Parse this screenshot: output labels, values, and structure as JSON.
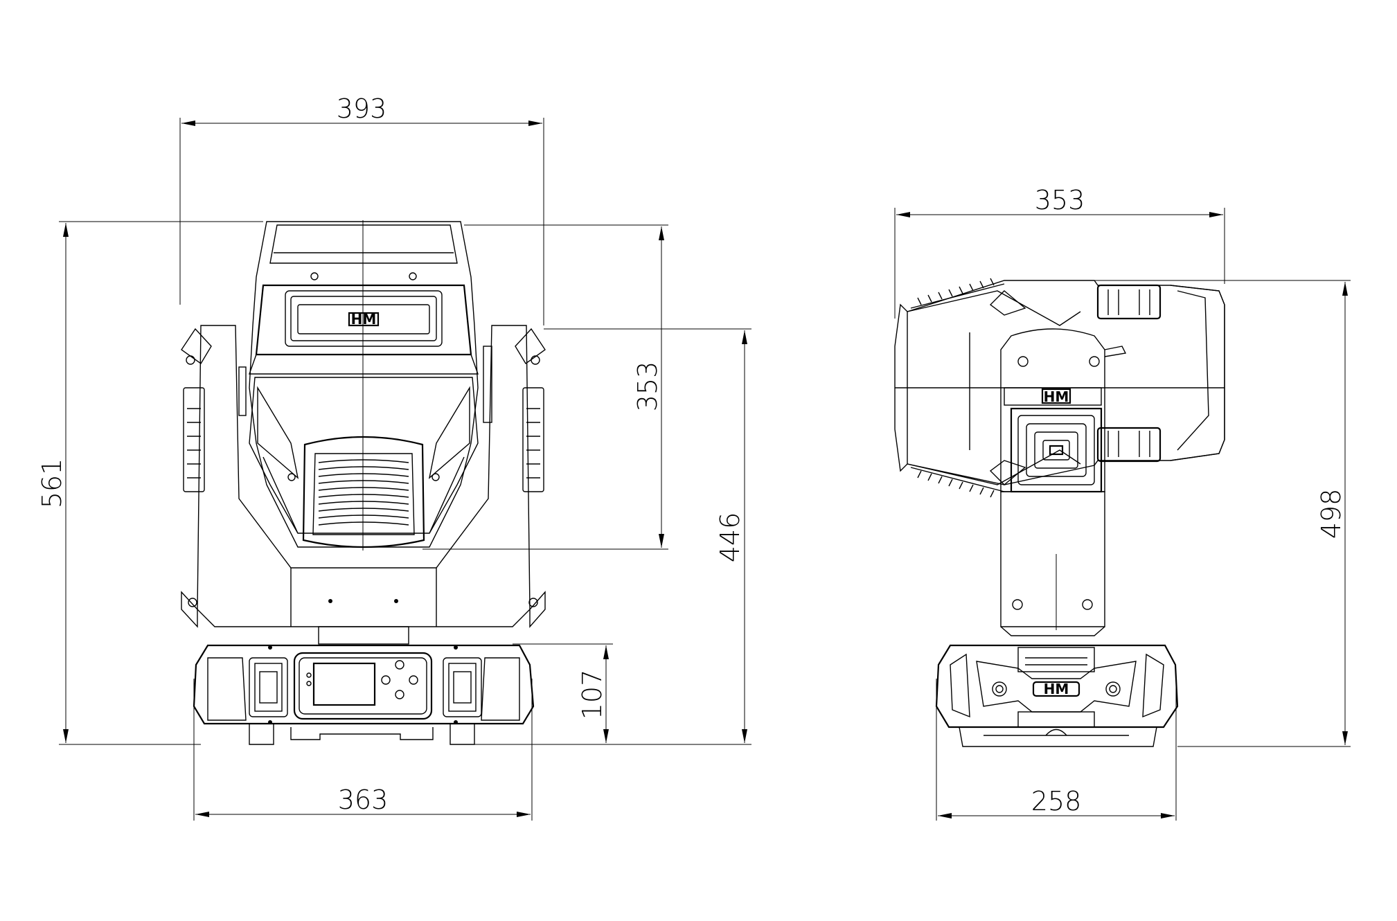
{
  "front_view": {
    "dim_width_top": "393",
    "dim_height_total": "561",
    "dim_head_height": "353",
    "dim_head_to_bottom": "446",
    "dim_base_height": "107",
    "dim_base_width": "363",
    "logo": "HM"
  },
  "side_view": {
    "dim_head_depth": "353",
    "dim_total_height": "498",
    "dim_base_depth": "258",
    "logo_head": "HM",
    "logo_base": "HM"
  },
  "colors": {
    "line": "#000000",
    "background": "#ffffff"
  }
}
